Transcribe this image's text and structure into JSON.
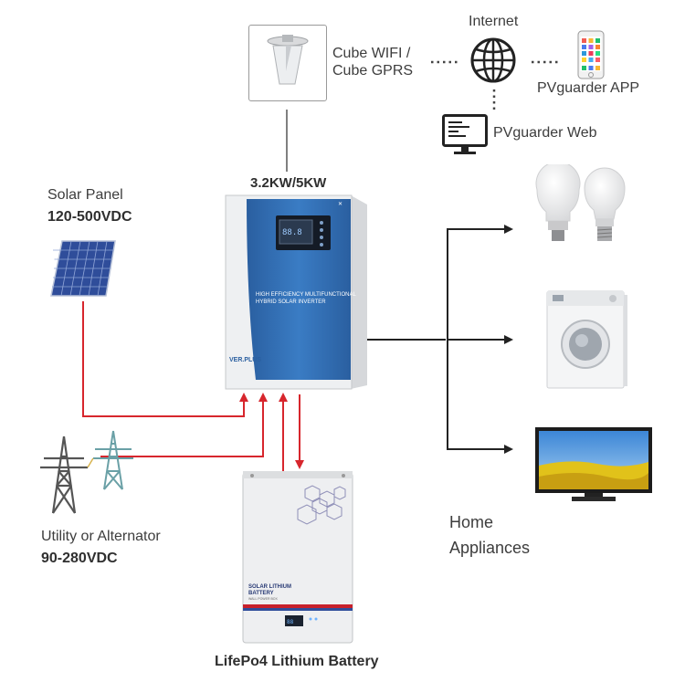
{
  "cube": {
    "line1": "Cube WIFI /",
    "line2": "Cube GPRS"
  },
  "internet": {
    "label": "Internet"
  },
  "app": {
    "label": "PVguarder APP"
  },
  "web": {
    "label": "PVguarder Web"
  },
  "inverter": {
    "power": "3.2KW/5KW",
    "text1": "HIGH EFFICIENCY MULTIFUNCTIONAL",
    "text2": "HYBRID SOLAR INVERTER",
    "brand": "VER.PLUS"
  },
  "solar": {
    "name": "Solar Panel",
    "spec": "120-500VDC"
  },
  "utility": {
    "name": "Utility or Alternator",
    "spec": "90-280VDC"
  },
  "battery": {
    "name": "LifePo4 Lithium Battery",
    "text1": "SOLAR LITHIUM",
    "text2": "BATTERY",
    "text3": "WALL POWER BOX"
  },
  "home": {
    "line1": "Home",
    "line2": "Appliances"
  },
  "colors": {
    "power_line": "#d7262d",
    "output_line": "#222222",
    "inverter_blue": "#2f6db3",
    "comm_line": "#555555"
  }
}
